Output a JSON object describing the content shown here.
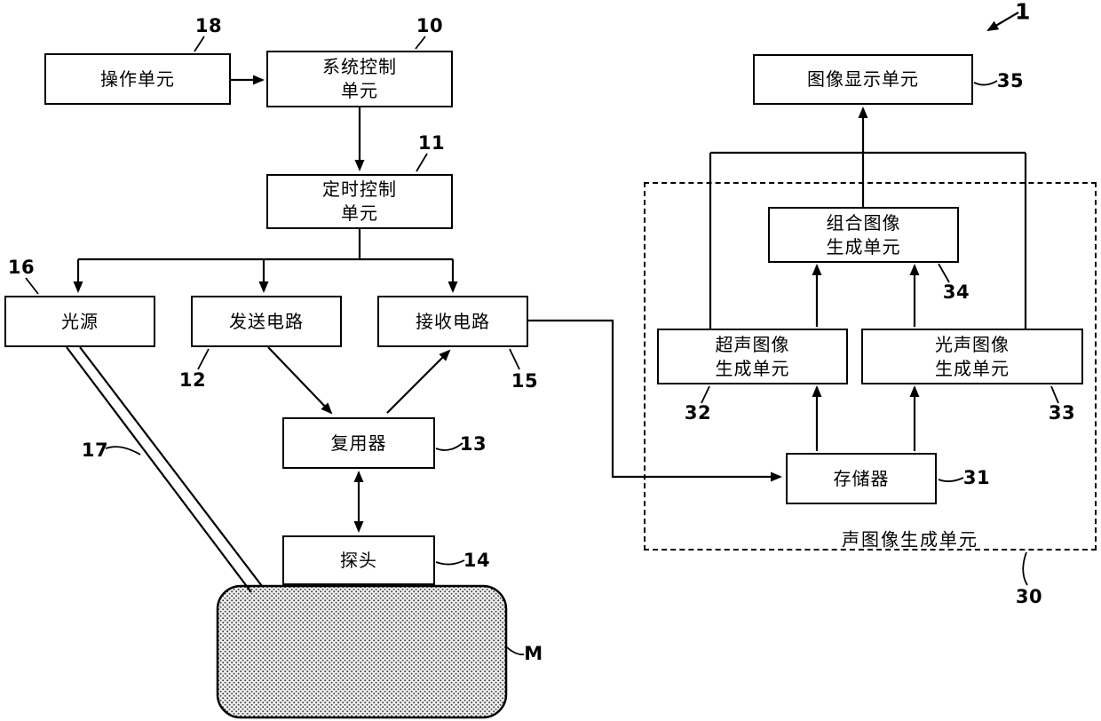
{
  "figure": {
    "ref_number": "1",
    "object_label": "M",
    "fiber_ref": "17"
  },
  "nodes": {
    "operation": {
      "label": "操作单元",
      "ref": "18"
    },
    "system_control": {
      "label": "系统控制\n单元",
      "ref": "10"
    },
    "timing_control": {
      "label": "定时控制\n单元",
      "ref": "11"
    },
    "light_source": {
      "label": "光源",
      "ref": "16"
    },
    "transmit_circuit": {
      "label": "发送电路",
      "ref": "12"
    },
    "receive_circuit": {
      "label": "接收电路",
      "ref": "15"
    },
    "multiplexer": {
      "label": "复用器",
      "ref": "13"
    },
    "probe": {
      "label": "探头",
      "ref": "14"
    },
    "image_display": {
      "label": "图像显示单元",
      "ref": "35"
    },
    "combined_image_gen": {
      "label": "组合图像\n生成单元",
      "ref": "34"
    },
    "ultrasound_image_gen": {
      "label": "超声图像\n生成单元",
      "ref": "32"
    },
    "photoacoustic_image_gen": {
      "label": "光声图像\n生成单元",
      "ref": "33"
    },
    "memory": {
      "label": "存储器",
      "ref": "31"
    }
  },
  "region": {
    "label": "声图像生成单元",
    "ref": "30"
  }
}
